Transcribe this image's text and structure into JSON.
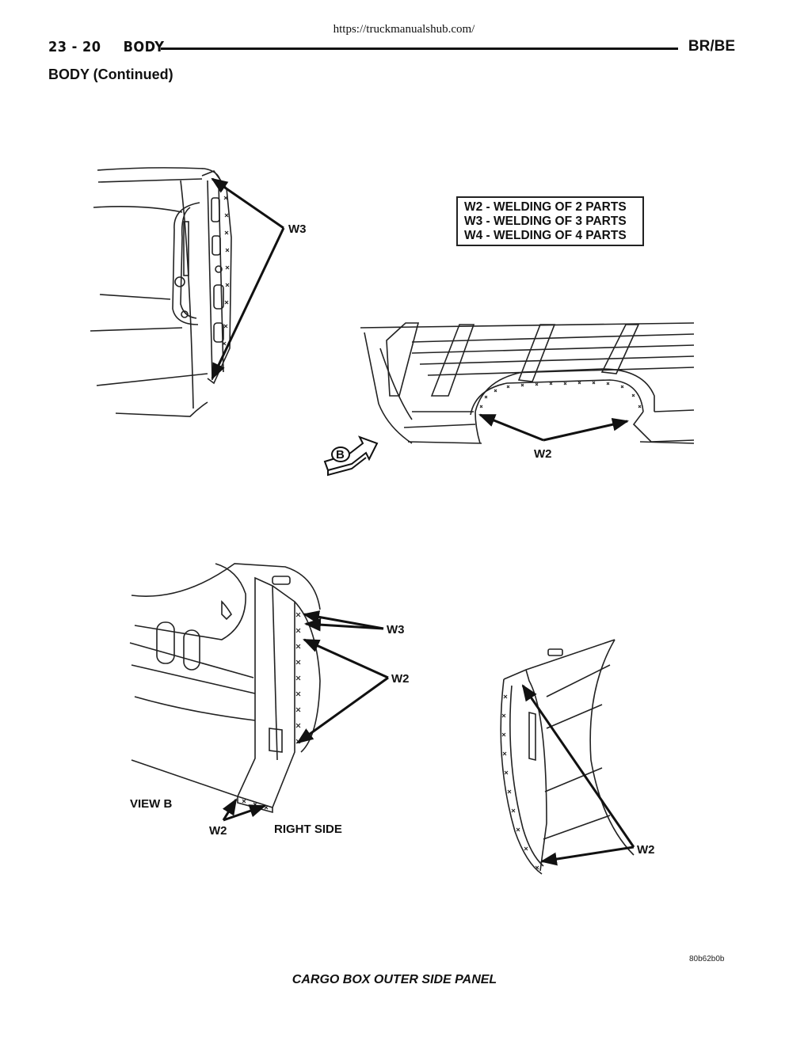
{
  "source_url": "https://truckmanualshub.com/",
  "header": {
    "page_ref": "23 - 20",
    "section": "BODY",
    "model": "BR/BE"
  },
  "subheading": "BODY  (Continued)",
  "legend": [
    "W2 - WELDING OF 2 PARTS",
    "W3 - WELDING OF 3 PARTS",
    "W4 - WELDING OF 4 PARTS"
  ],
  "labels": {
    "top_w3": "W3",
    "mid_w2": "W2",
    "view_marker": "B",
    "bl_w3": "W3",
    "bl_w2": "W2",
    "view_b": "VIEW B",
    "bl_bottom_w2": "W2",
    "right_side": "RIGHT SIDE",
    "br_w2": "W2"
  },
  "figure_id": "80b62b0b",
  "caption": "CARGO BOX OUTER SIDE PANEL"
}
